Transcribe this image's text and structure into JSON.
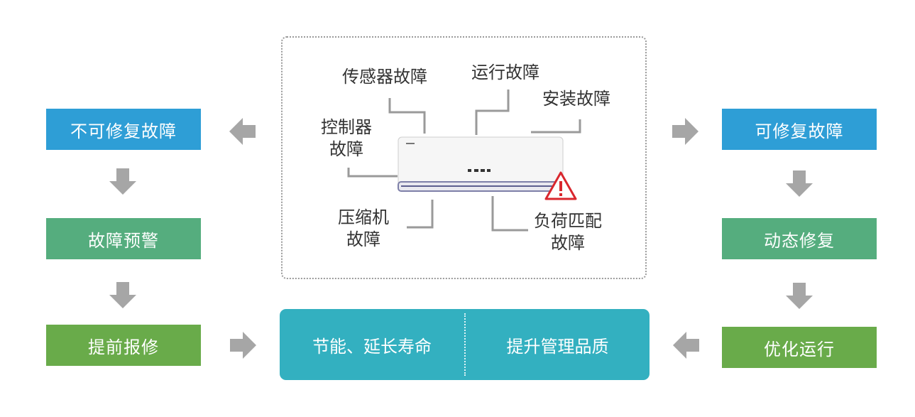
{
  "left_chain": {
    "irreparable": "不可修复故障",
    "warning": "故障预警",
    "report_repair": "提前报修"
  },
  "right_chain": {
    "repairable": "可修复故障",
    "dynamic_repair": "动态修复",
    "optimize": "优化运行"
  },
  "center_labels": {
    "sensor_fault": "传感器故障",
    "run_fault": "运行故障",
    "install_fault": "安装故障",
    "controller_fault_line1": "控制器",
    "controller_fault_line2": "故障",
    "compressor_fault_line1": "压缩机",
    "compressor_fault_line2": "故障",
    "load_fault_line1": "负荷匹配",
    "load_fault_line2": "故障"
  },
  "bottom_bar": {
    "left_text": "节能、延长寿命",
    "right_text": "提升管理品质"
  },
  "colors": {
    "blue": "#2e9ed6",
    "teal": "#55ad7e",
    "green": "#69ab4a",
    "bar": "#33b0c0",
    "arrow": "#a6a6a6",
    "warning": "#d9272e"
  }
}
